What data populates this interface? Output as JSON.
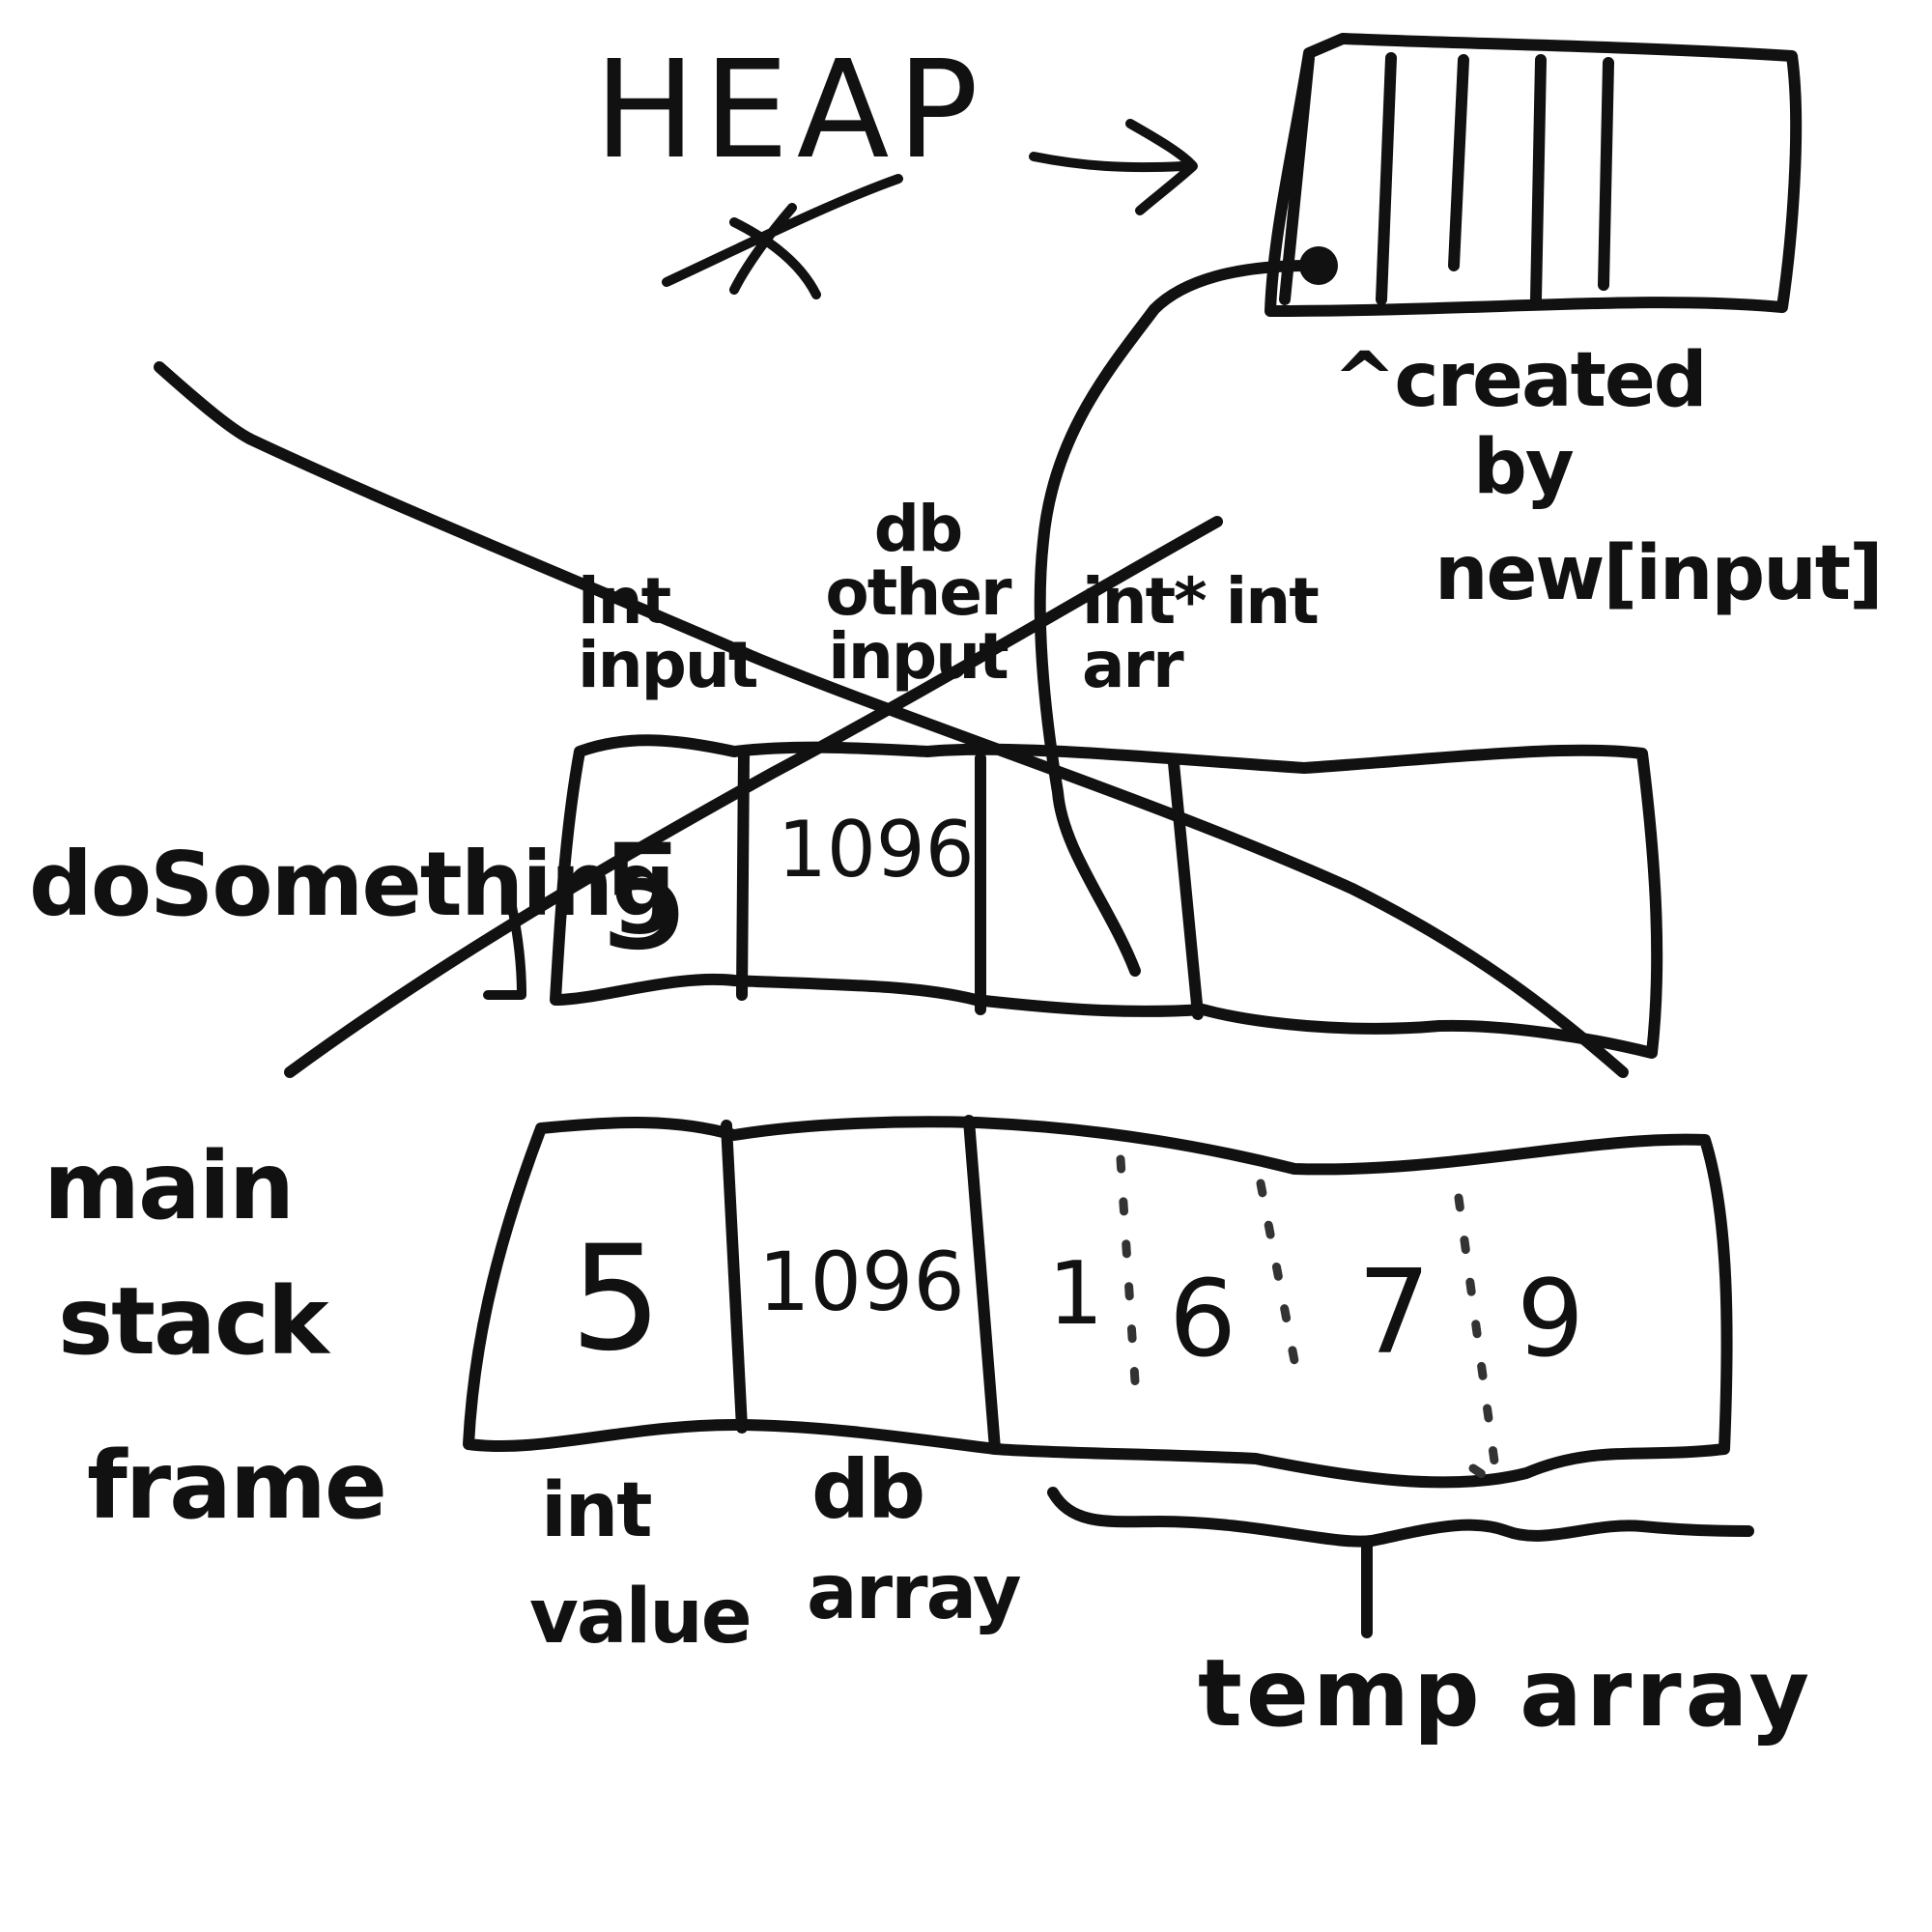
{
  "heap": {
    "title": "HEAP",
    "caption_line1": "^created",
    "caption_line2": "by",
    "caption_line3": "new[input]"
  },
  "do_something_frame": {
    "name": "doSomething",
    "labels": [
      "int input",
      "db other input",
      "int* int arr"
    ],
    "cells": [
      "5",
      "1096"
    ],
    "crossed_out": true
  },
  "main_frame": {
    "name_line1": "main",
    "name_line2": "stack",
    "name_line3": "frame",
    "cells": [
      "5",
      "1096",
      "1",
      "6",
      "7",
      "9"
    ],
    "label_int": "int",
    "label_value": "value",
    "label_db": "db",
    "label_array": "array",
    "temp_array_label": "temp array"
  }
}
